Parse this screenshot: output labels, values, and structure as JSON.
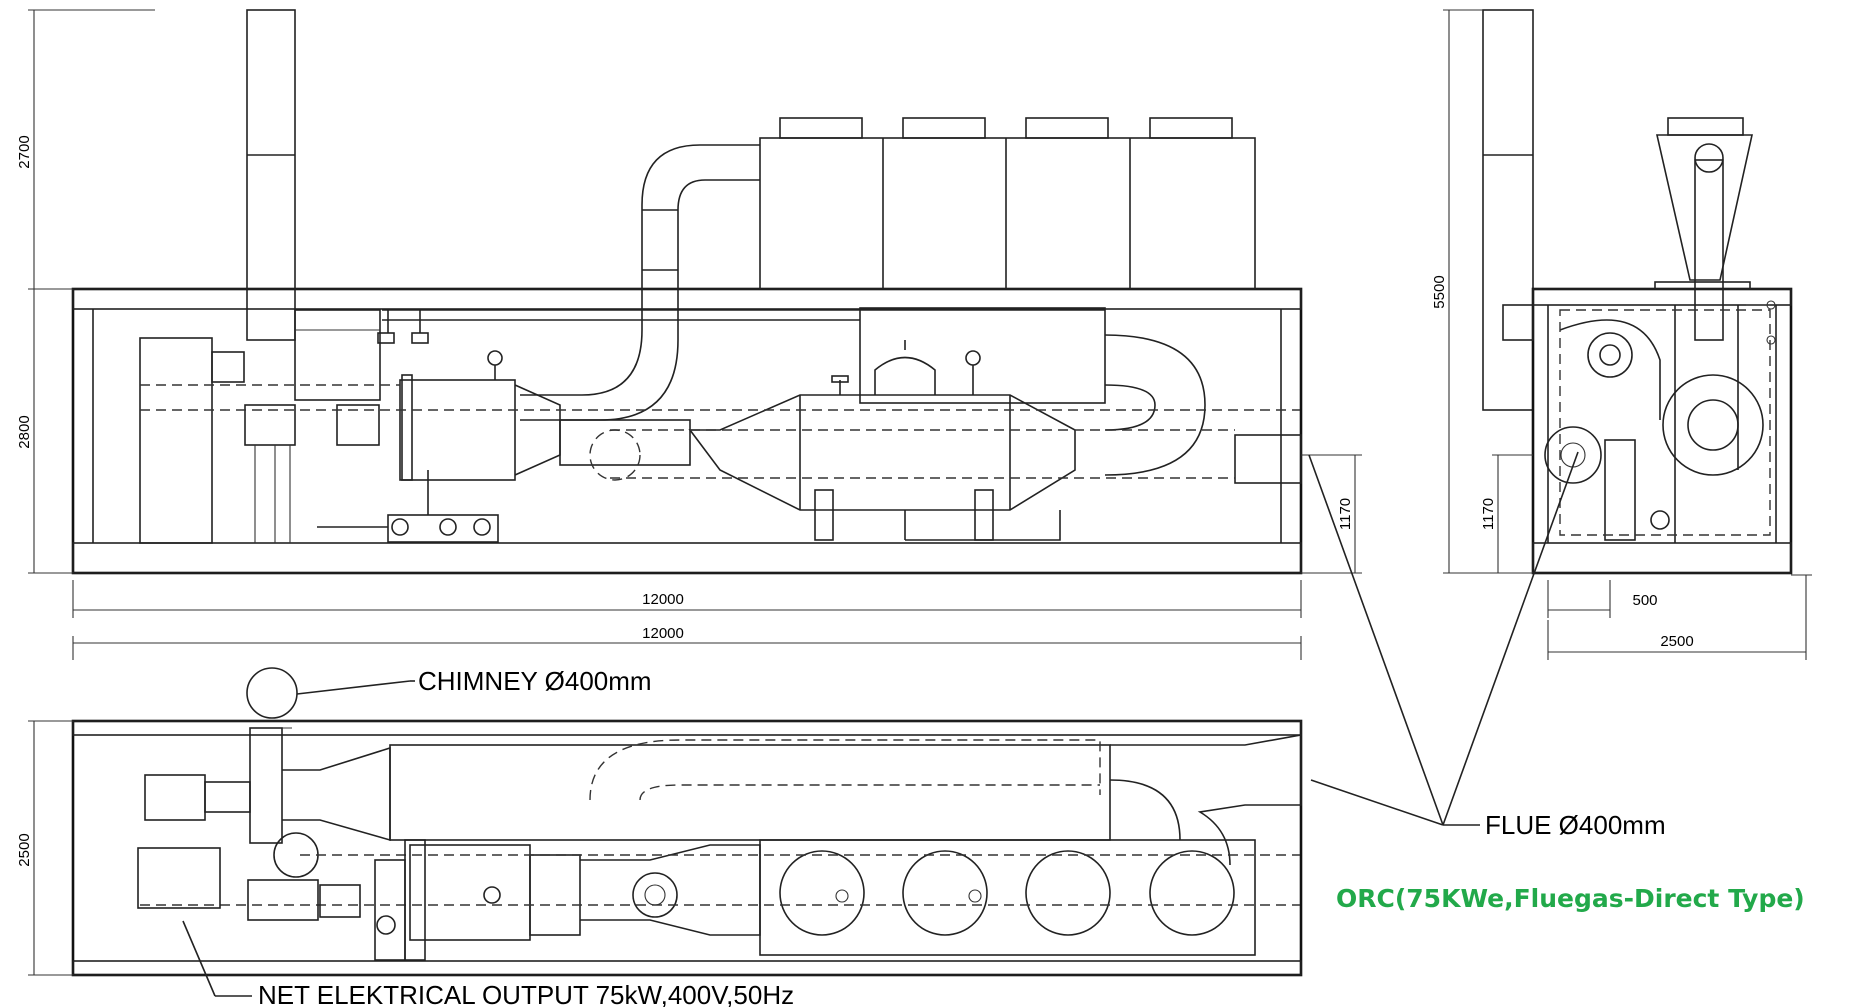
{
  "dimensions": {
    "side_stack_height": "2700",
    "side_container_height": "2800",
    "side_flue_height": "1170",
    "side_length": "12000",
    "top_length": "12000",
    "top_width": "2500",
    "end_overall_height": "5500",
    "end_flue_height": "1170",
    "end_flue_offset": "500",
    "end_width": "2500"
  },
  "callouts": {
    "chimney": "CHIMNEY Ø400mm",
    "flue": "FLUE Ø400mm",
    "output": "NET ELEKTRICAL OUTPUT 75kW,400V,50Hz"
  },
  "title": {
    "text": "ORC(75KWe,Fluegas-Direct Type)",
    "color": "#22a94a"
  }
}
